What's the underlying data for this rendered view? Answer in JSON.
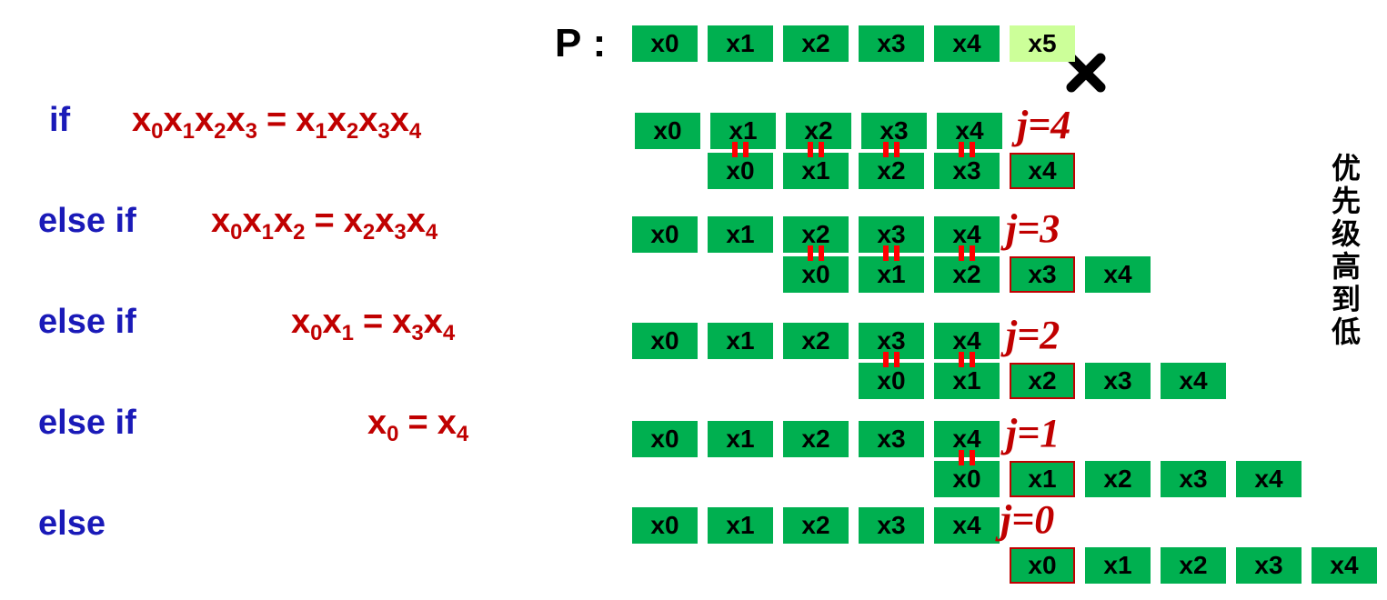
{
  "conditions": [
    {
      "keyword": "if",
      "lhs": [
        "0",
        "1",
        "2",
        "3"
      ],
      "rhs": [
        "1",
        "2",
        "3",
        "4"
      ]
    },
    {
      "keyword": "else if",
      "lhs": [
        "0",
        "1",
        "2"
      ],
      "rhs": [
        "2",
        "3",
        "4"
      ]
    },
    {
      "keyword": "else if",
      "lhs": [
        "0",
        "1"
      ],
      "rhs": [
        "3",
        "4"
      ]
    },
    {
      "keyword": "else if",
      "lhs": [
        "0"
      ],
      "rhs": [
        "4"
      ]
    },
    {
      "keyword": "else",
      "lhs": [],
      "rhs": []
    }
  ],
  "var_letter": "x",
  "eq_sign": "=",
  "pattern": {
    "label": "P :",
    "cells": [
      "x0",
      "x1",
      "x2",
      "x3",
      "x4",
      "x5"
    ],
    "mismatch_cell": "x5",
    "mismatch_icon": "cross-icon"
  },
  "rows": [
    {
      "j_label": "j=4",
      "top": [
        "x0",
        "x1",
        "x2",
        "x3",
        "x4"
      ],
      "shift": 1,
      "bottom": [
        "x0",
        "x1",
        "x2",
        "x3",
        "x4"
      ],
      "highlight": "x4"
    },
    {
      "j_label": "j=3",
      "top": [
        "x0",
        "x1",
        "x2",
        "x3",
        "x4"
      ],
      "shift": 2,
      "bottom": [
        "x0",
        "x1",
        "x2",
        "x3",
        "x4"
      ],
      "highlight": "x3"
    },
    {
      "j_label": "j=2",
      "top": [
        "x0",
        "x1",
        "x2",
        "x3",
        "x4"
      ],
      "shift": 3,
      "bottom": [
        "x0",
        "x1",
        "x2",
        "x3",
        "x4"
      ],
      "highlight": "x2"
    },
    {
      "j_label": "j=1",
      "top": [
        "x0",
        "x1",
        "x2",
        "x3",
        "x4"
      ],
      "shift": 4,
      "bottom": [
        "x0",
        "x1",
        "x2",
        "x3",
        "x4"
      ],
      "highlight": "x1"
    },
    {
      "j_label": "j=0",
      "top": [
        "x0",
        "x1",
        "x2",
        "x3",
        "x4"
      ],
      "shift": 5,
      "bottom": [
        "x0",
        "x1",
        "x2",
        "x3",
        "x4"
      ],
      "highlight": "x0"
    }
  ],
  "side_text": "优先级高到低",
  "colors": {
    "box": "#00b050",
    "box_light": "#ccff99",
    "keyword": "#1a1ab8",
    "condition": "#c00000",
    "equal_mark": "#ff0000"
  }
}
